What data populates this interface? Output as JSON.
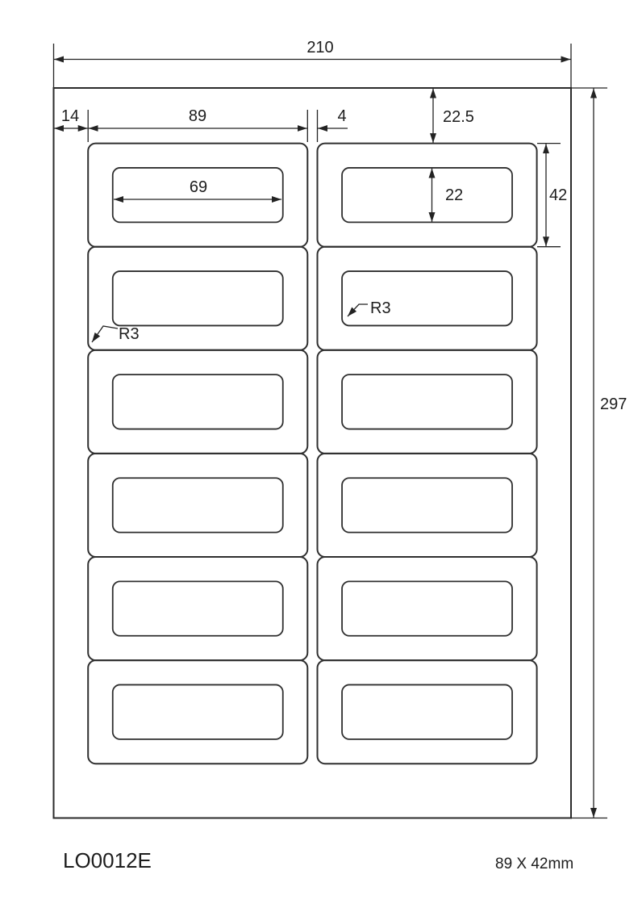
{
  "diagram": {
    "grid": {
      "rows": 6,
      "columns": 2
    },
    "dims": {
      "sheet_width": "210",
      "sheet_height": "297",
      "left_margin": "14",
      "label_width": "89",
      "column_gap": "4",
      "top_margin": "22.5",
      "label_height": "42",
      "window_width": "69",
      "window_height": "22",
      "outer_corner_radius": "R3",
      "window_corner_radius": "R3"
    },
    "colors": {
      "background": "#ffffff",
      "line": "#2b2b2b",
      "text": "#1d1d1d"
    }
  },
  "footer": {
    "code": "LO0012E",
    "label_size": "89 X 42mm"
  }
}
